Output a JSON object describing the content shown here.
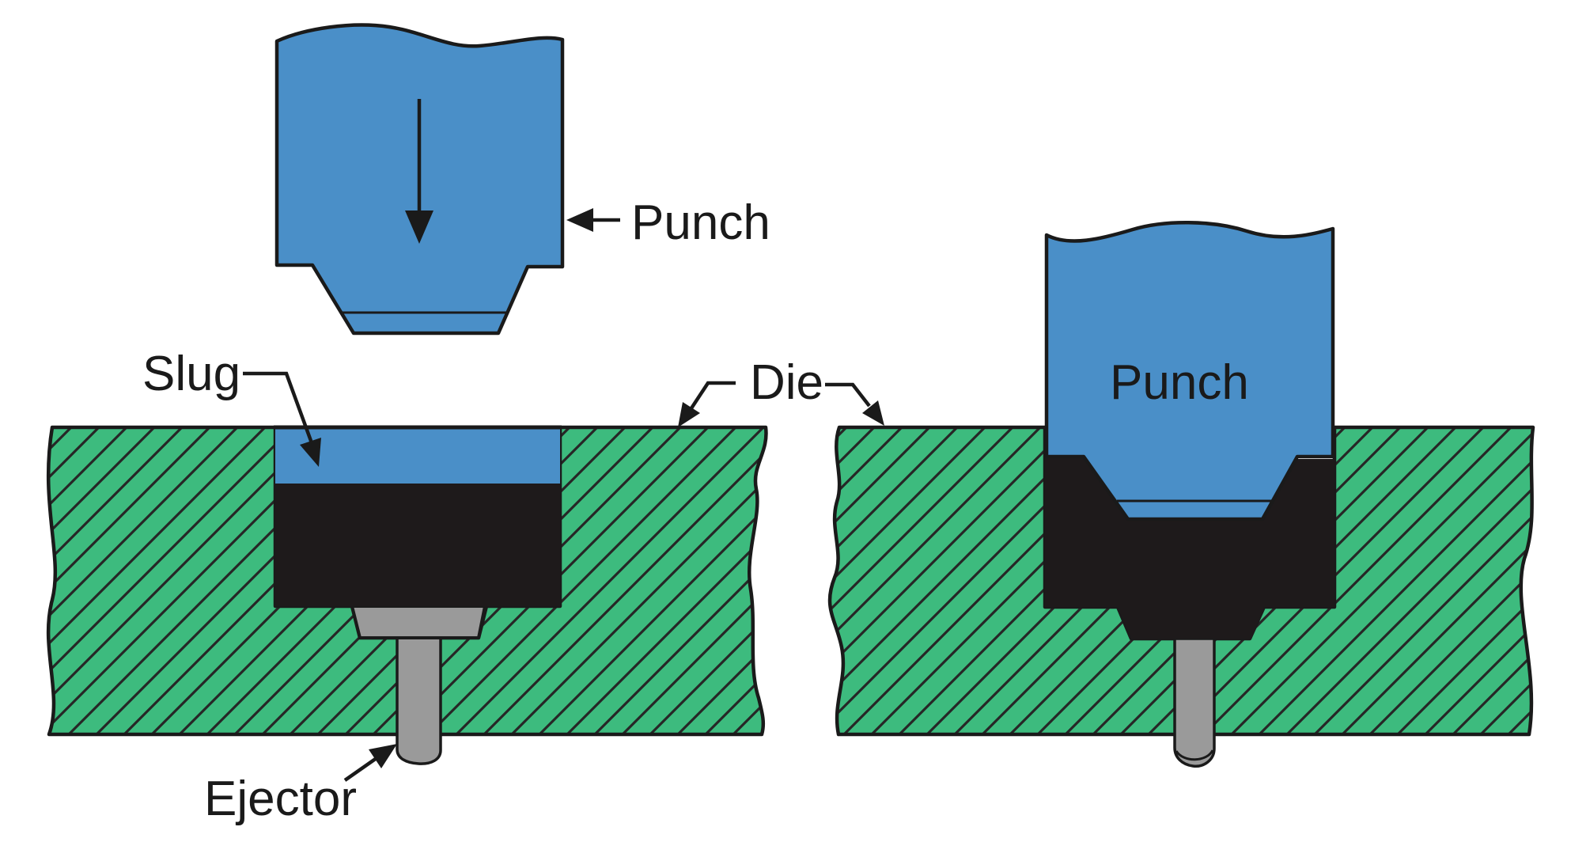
{
  "title": "Punch, die, slug and ejector cross-section diagram (two stages)",
  "labels": {
    "punch_left": "Punch",
    "punch_right": "Punch",
    "slug": "Slug",
    "die": "Die",
    "ejector": "Ejector"
  },
  "colors": {
    "punch_blue": "#4a8fc8",
    "die_green": "#3dbb7e",
    "slug_black": "#1e1a1b",
    "ejector_gray": "#9a9a9a",
    "outline": "#1a1a1a",
    "hatch_line": "#262626",
    "text": "#1a1a1a",
    "background": "#ffffff"
  }
}
